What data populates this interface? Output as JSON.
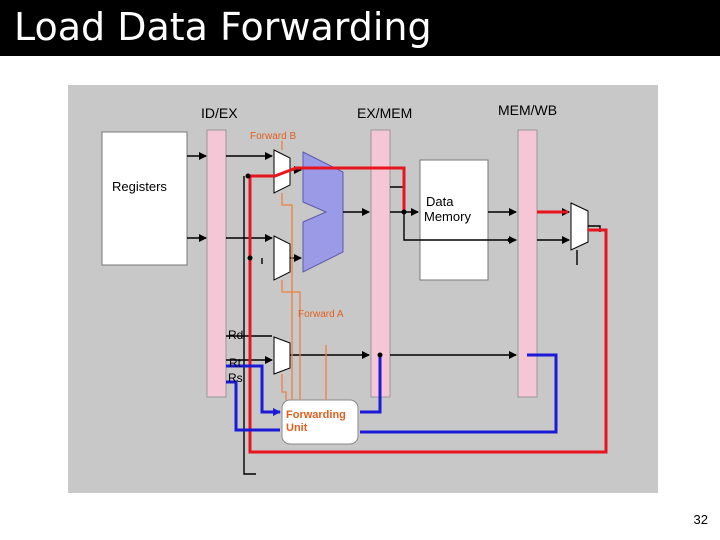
{
  "slide": {
    "title": "Load Data Forwarding",
    "page_number": "32"
  },
  "diagram": {
    "pipeline_registers": [
      "ID/EX",
      "EX/MEM",
      "MEM/WB"
    ],
    "registers_label": "Registers",
    "data_memory_label": [
      "Data",
      "Memory"
    ],
    "forward_b_label": "Forward B",
    "forward_a_label": "Forward A",
    "rd_label": "Rd",
    "rt_label": "Rt",
    "rs_label": "Rs",
    "forwarding_unit_label": [
      "Forwarding",
      "Unit"
    ]
  },
  "colors": {
    "panel_bg": "#c8c8c8",
    "pipeline_register_fill": "#f4c6d6",
    "alu_fill": "#9a9ae6",
    "forwarding_path": "#e8141e",
    "control_lines": "#f08040",
    "register_number_lines": "#1a1ad8"
  }
}
